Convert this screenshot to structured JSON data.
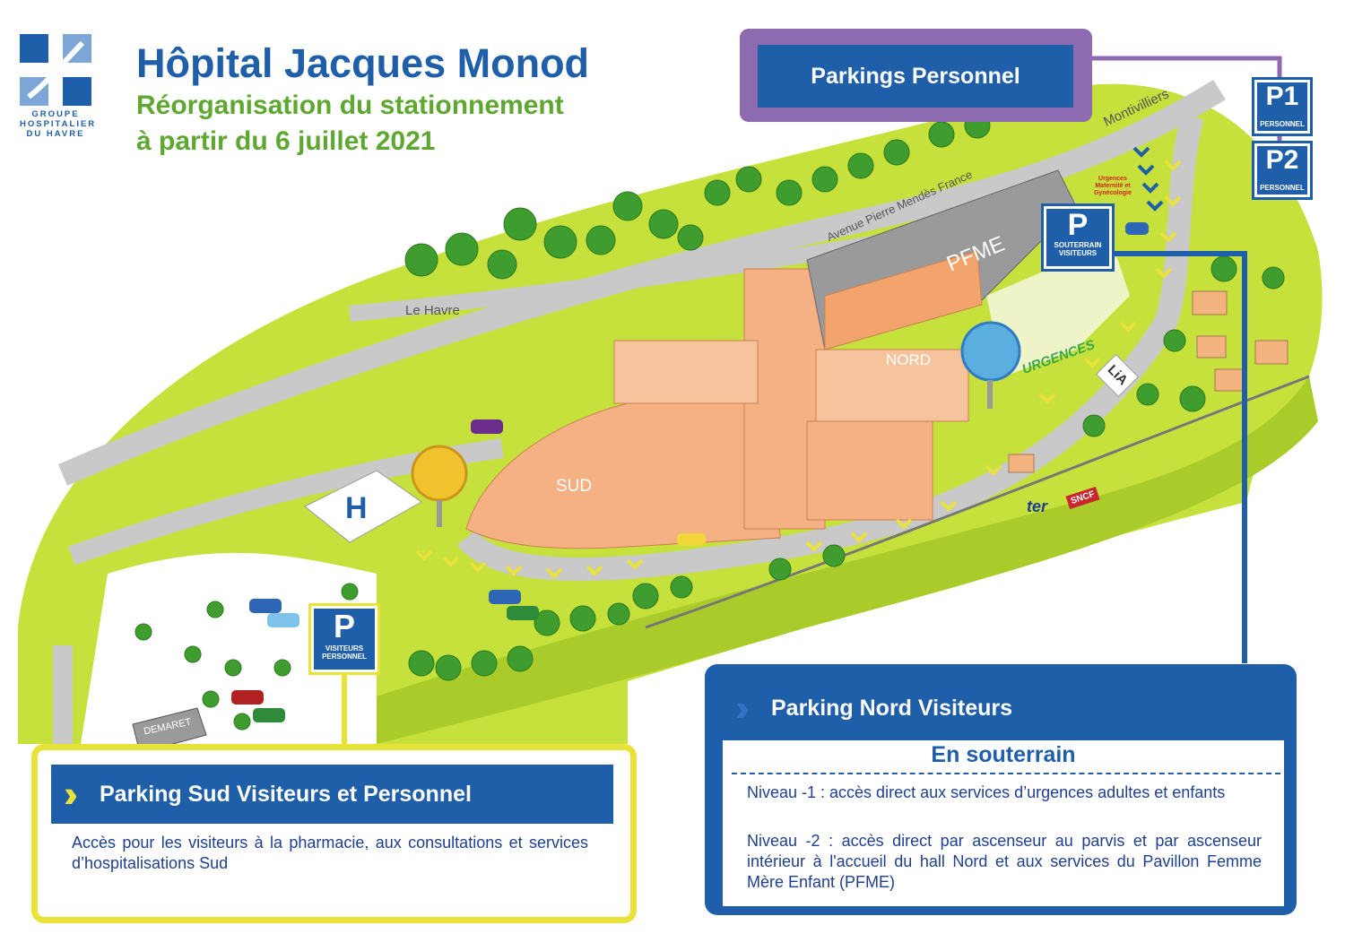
{
  "header": {
    "title": "Hôpital Jacques Monod",
    "subtitle_line1": "Réorganisation du stationnement",
    "subtitle_line2": "à partir du 6 juillet 2021",
    "logo_text": "GROUPE HOSPITALIER DU HAVRE"
  },
  "staff_parking": {
    "label": "Parkings Personnel",
    "p1": {
      "code": "P1",
      "type": "PERSONNEL"
    },
    "p2": {
      "code": "P2",
      "type": "PERSONNEL"
    }
  },
  "underground_sign": {
    "code": "P",
    "line1": "SOUTERRAIN",
    "line2": "VISITEURS"
  },
  "south_sign": {
    "code": "P",
    "line1": "VISITEURS",
    "line2": "PERSONNEL"
  },
  "map_labels": {
    "montivilliers": "Montivilliers",
    "avenue": "Avenue Pierre Mendès France",
    "le_havre": "Le Havre",
    "pfme": "PFME",
    "nord": "NORD",
    "sud": "SUD",
    "urgences": "URGENCES",
    "urgences_mat": "Urgences Maternité et Gynécologie",
    "helipad": "H",
    "demaret": "DEMARET",
    "ter": "ter",
    "sncf": "SNCF",
    "lia": "LiA"
  },
  "south_panel": {
    "title": "Parking Sud Visiteurs et Personnel",
    "text": "Accès pour les visiteurs à la pharmacie, aux consultations et services d’hospitalisations Sud"
  },
  "north_panel": {
    "title": "Parking Nord Visiteurs",
    "subtitle": "En souterrain",
    "level1": "Niveau -1 : accès direct aux services d’urgences adultes et enfants",
    "level2": "Niveau -2 : accès direct par ascenseur au parvis et par ascenseur intérieur à l'accueil du hall Nord et aux services du Pavillon Femme Mère Enfant (PFME)"
  },
  "colors": {
    "brand_blue": "#1f5ea8",
    "green": "#5ea832",
    "yellow": "#e8e23a",
    "purple": "#8e6bb0",
    "grass": "#c6e03c",
    "road": "#c9c9c9",
    "building": "#f5b183"
  }
}
